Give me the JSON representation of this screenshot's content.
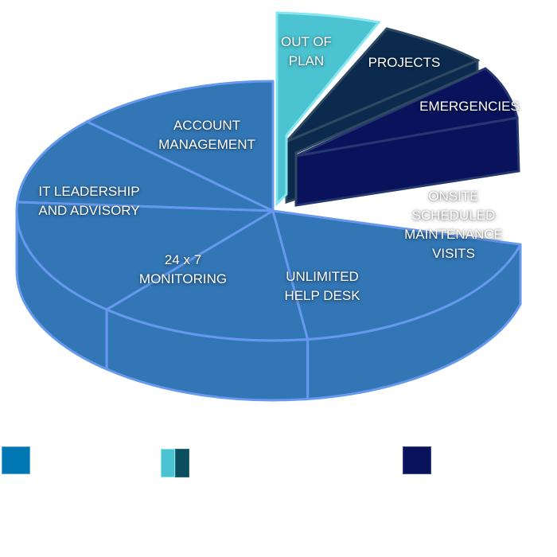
{
  "chart_data": {
    "type": "pie",
    "style": "3d-exploded",
    "title": "",
    "slices": [
      {
        "label": "ACCOUNT\nMANAGEMENT",
        "share": 0.135,
        "group": "core"
      },
      {
        "label": "IT LEADERSHIP\nAND ADVISORY",
        "share": 0.115,
        "group": "core"
      },
      {
        "label": "24 x 7\nMONITORING",
        "share": 0.155,
        "group": "core"
      },
      {
        "label": "UNLIMITED\nHELP DESK",
        "share": 0.14,
        "group": "core"
      },
      {
        "label": "ONSITE\nSCHEDULED\nMAINTENANCE\nVISITS",
        "share": 0.195,
        "group": "core"
      },
      {
        "label": "EMERGENCIES",
        "share": 0.09,
        "group": "emergencies",
        "exploded": true
      },
      {
        "label": "PROJECTS",
        "share": 0.09,
        "group": "out-of-plan",
        "exploded": true
      },
      {
        "label": "OUT OF\nPLAN",
        "share": 0.08,
        "group": "out-of-plan",
        "exploded": true
      }
    ],
    "legend": {
      "placement": "bottom",
      "entries": [
        {
          "label": "",
          "colors": [
            "#0077B3"
          ]
        },
        {
          "label": "",
          "colors": [
            "#4BC3D1",
            "#0B4F5F"
          ]
        },
        {
          "label": "",
          "colors": [
            "#08135C"
          ]
        }
      ]
    }
  },
  "colors": {
    "core_fill": "#3276B5",
    "core_stroke": "#6699EE",
    "out_of_plan_fill": "#4BC3D1",
    "out_of_plan_stroke": "#86E6F0",
    "projects_fill": "#0B2A4E",
    "projects_stroke": "#2E4960",
    "emergencies_fill": "#08135C",
    "emergencies_stroke": "#26366E"
  }
}
